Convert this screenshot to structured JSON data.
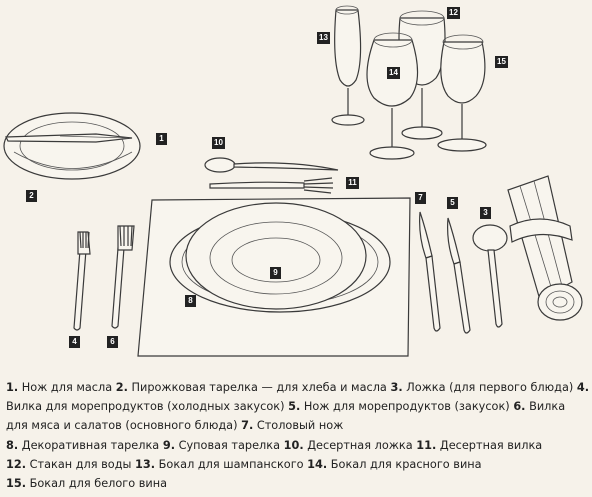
{
  "badges": {
    "b1": "1",
    "b2": "2",
    "b3": "3",
    "b4": "4",
    "b5": "5",
    "b6": "6",
    "b7": "7",
    "b8": "8",
    "b9": "9",
    "b10": "10",
    "b11": "11",
    "b12": "12",
    "b13": "13",
    "b14": "14",
    "b15": "15"
  },
  "legend": {
    "items": [
      {
        "num": "1.",
        "text": "Нож для масла"
      },
      {
        "num": "2.",
        "text": "Пирожковая тарелка — для хлеба и масла"
      },
      {
        "num": "3.",
        "text": "Ложка (для первого блюда)"
      },
      {
        "num": "4.",
        "text": "Вилка для морепродуктов (холодных закусок)"
      },
      {
        "num": "5.",
        "text": "Нож для морепродуктов (закусок)"
      },
      {
        "num": "6.",
        "text": "Вилка для мяса и салатов (основного блюда)"
      },
      {
        "num": "7.",
        "text": "Столовый нож"
      },
      {
        "num": "8.",
        "text": "Декоративная тарелка"
      },
      {
        "num": "9.",
        "text": "Суповая тарелка"
      },
      {
        "num": "10.",
        "text": "Десертная ложка"
      },
      {
        "num": "11.",
        "text": "Десертная вилка"
      },
      {
        "num": "12.",
        "text": "Стакан для воды"
      },
      {
        "num": "13.",
        "text": "Бокал для шампанского"
      },
      {
        "num": "14.",
        "text": "Бокал для красного вина"
      },
      {
        "num": "15.",
        "text": "Бокал для белого вина"
      }
    ]
  }
}
